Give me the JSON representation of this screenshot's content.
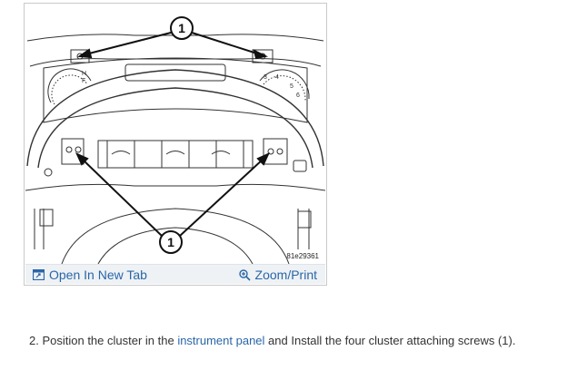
{
  "figure": {
    "callout_top": "1",
    "callout_bottom": "1",
    "figure_id": "81e29361",
    "gauge_left_marks": [
      "H",
      "F"
    ],
    "gauge_right_marks": [
      "3",
      "4",
      "5",
      "6"
    ]
  },
  "actions": {
    "open_label": "Open In New Tab",
    "zoom_label": "Zoom/Print"
  },
  "step": {
    "prefix": "2. Position the cluster in the ",
    "link": "instrument panel",
    "suffix": " and Install the four cluster attaching screws (1)."
  },
  "colors": {
    "link": "#2a66a8",
    "action_bar": "#eef2f5"
  }
}
